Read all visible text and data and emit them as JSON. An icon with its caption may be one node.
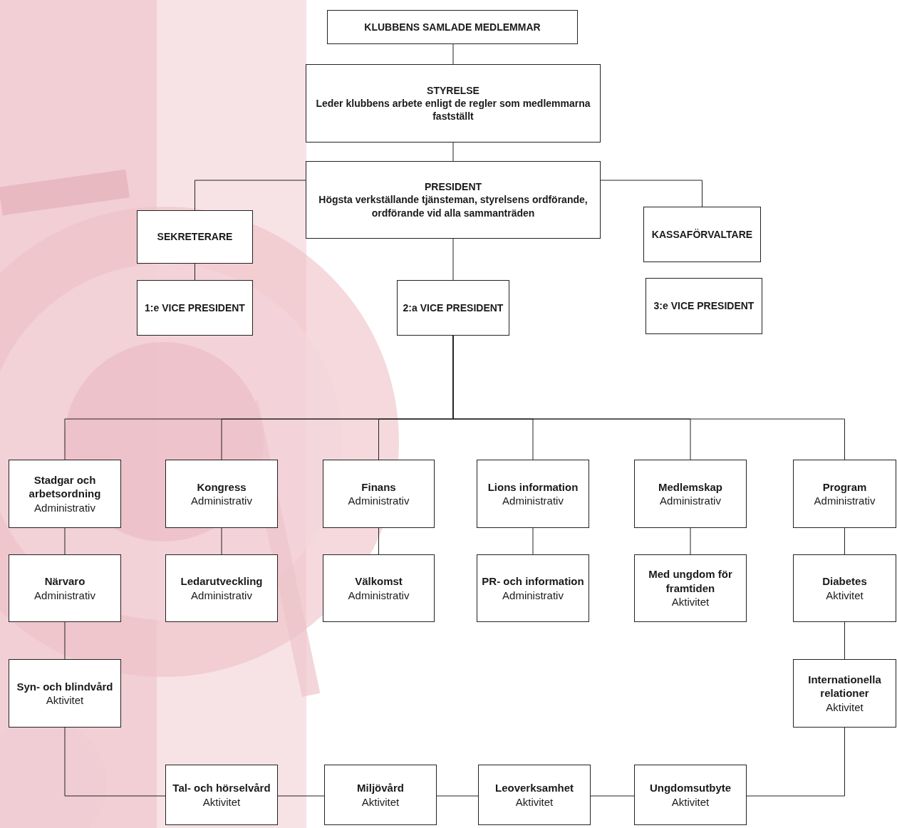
{
  "diagram": {
    "nodes": [
      {
        "text": [
          "KLUBBENS SAMLADE MEDLEMMAR"
        ]
      },
      {
        "text": [
          "STYRELSE",
          "Leder klubbens arbete enligt de regler som medlemmarna fastställt"
        ]
      },
      {
        "text": [
          "PRESIDENT",
          "Högsta verkställande tjänsteman, styrelsens ordförande, ordförande vid alla sammanträden"
        ]
      },
      {
        "text": [
          "SEKRETERARE"
        ]
      },
      {
        "text": [
          "KASSAFÖRVALTARE"
        ]
      },
      {
        "text": [
          "1:e VICE PRESIDENT"
        ]
      },
      {
        "text": [
          "2:a VICE PRESIDENT"
        ]
      },
      {
        "text": [
          "3:e VICE PRESIDENT"
        ]
      },
      {
        "text": [
          "Stadgar och arbetsordning",
          "Administrativ"
        ]
      },
      {
        "text": [
          "Kongress",
          "Administrativ"
        ]
      },
      {
        "text": [
          "Finans",
          "Administrativ"
        ]
      },
      {
        "text": [
          "Lions information",
          "Administrativ"
        ]
      },
      {
        "text": [
          "Medlemskap",
          "Administrativ"
        ]
      },
      {
        "text": [
          "Program",
          "Administrativ"
        ]
      },
      {
        "text": [
          "Närvaro",
          "Administrativ"
        ]
      },
      {
        "text": [
          "Ledarutveckling",
          "Administrativ"
        ]
      },
      {
        "text": [
          "Välkomst",
          "Administrativ"
        ]
      },
      {
        "text": [
          "PR- och information",
          "Administrativ"
        ]
      },
      {
        "text": [
          "Med ungdom för framtiden",
          "Aktivitet"
        ]
      },
      {
        "text": [
          "Diabetes",
          "Aktivitet"
        ]
      },
      {
        "text": [
          "Syn- och blindvård",
          "Aktivitet"
        ]
      },
      {
        "text": [
          "Internationella relationer",
          "Aktivitet"
        ]
      },
      {
        "text": [
          "Tal- och hörselvård",
          "Aktivitet"
        ]
      },
      {
        "text": [
          "Miljövård",
          "Aktivitet"
        ]
      },
      {
        "text": [
          "Leoverksamhet",
          "Aktivitet"
        ]
      },
      {
        "text": [
          "Ungdomsutbyte",
          "Aktivitet"
        ]
      }
    ],
    "edges": [
      {
        "from": 0,
        "to": 1,
        "arrow": "none"
      },
      {
        "from": 1,
        "to": 2,
        "arrow": "none"
      },
      {
        "from": 2,
        "to": 3,
        "arrow": "none"
      },
      {
        "from": 2,
        "to": 4,
        "arrow": "none"
      },
      {
        "from": 3,
        "to": 5,
        "arrow": "none"
      },
      {
        "from": 2,
        "to": 6,
        "arrow": "none"
      },
      {
        "from": 6,
        "to": 8,
        "arrow": "none"
      },
      {
        "from": 6,
        "to": 9,
        "arrow": "none"
      },
      {
        "from": 6,
        "to": 10,
        "arrow": "none"
      },
      {
        "from": 6,
        "to": 11,
        "arrow": "none"
      },
      {
        "from": 6,
        "to": 12,
        "arrow": "none"
      },
      {
        "from": 6,
        "to": 13,
        "arrow": "none"
      },
      {
        "from": 8,
        "to": 14,
        "arrow": "none"
      },
      {
        "from": 14,
        "to": 20,
        "arrow": "none"
      },
      {
        "from": 9,
        "to": 15,
        "arrow": "none"
      },
      {
        "from": 10,
        "to": 16,
        "arrow": "none"
      },
      {
        "from": 11,
        "to": 17,
        "arrow": "none"
      },
      {
        "from": 12,
        "to": 18,
        "arrow": "none"
      },
      {
        "from": 13,
        "to": 19,
        "arrow": "none"
      },
      {
        "from": 19,
        "to": 21,
        "arrow": "none"
      },
      {
        "from": 20,
        "to": 22,
        "arrow": "none"
      },
      {
        "from": 22,
        "to": 23,
        "arrow": "none"
      },
      {
        "from": 23,
        "to": 24,
        "arrow": "none"
      },
      {
        "from": 24,
        "to": 25,
        "arrow": "none"
      },
      {
        "from": 25,
        "to": 21,
        "arrow": "none"
      }
    ]
  }
}
